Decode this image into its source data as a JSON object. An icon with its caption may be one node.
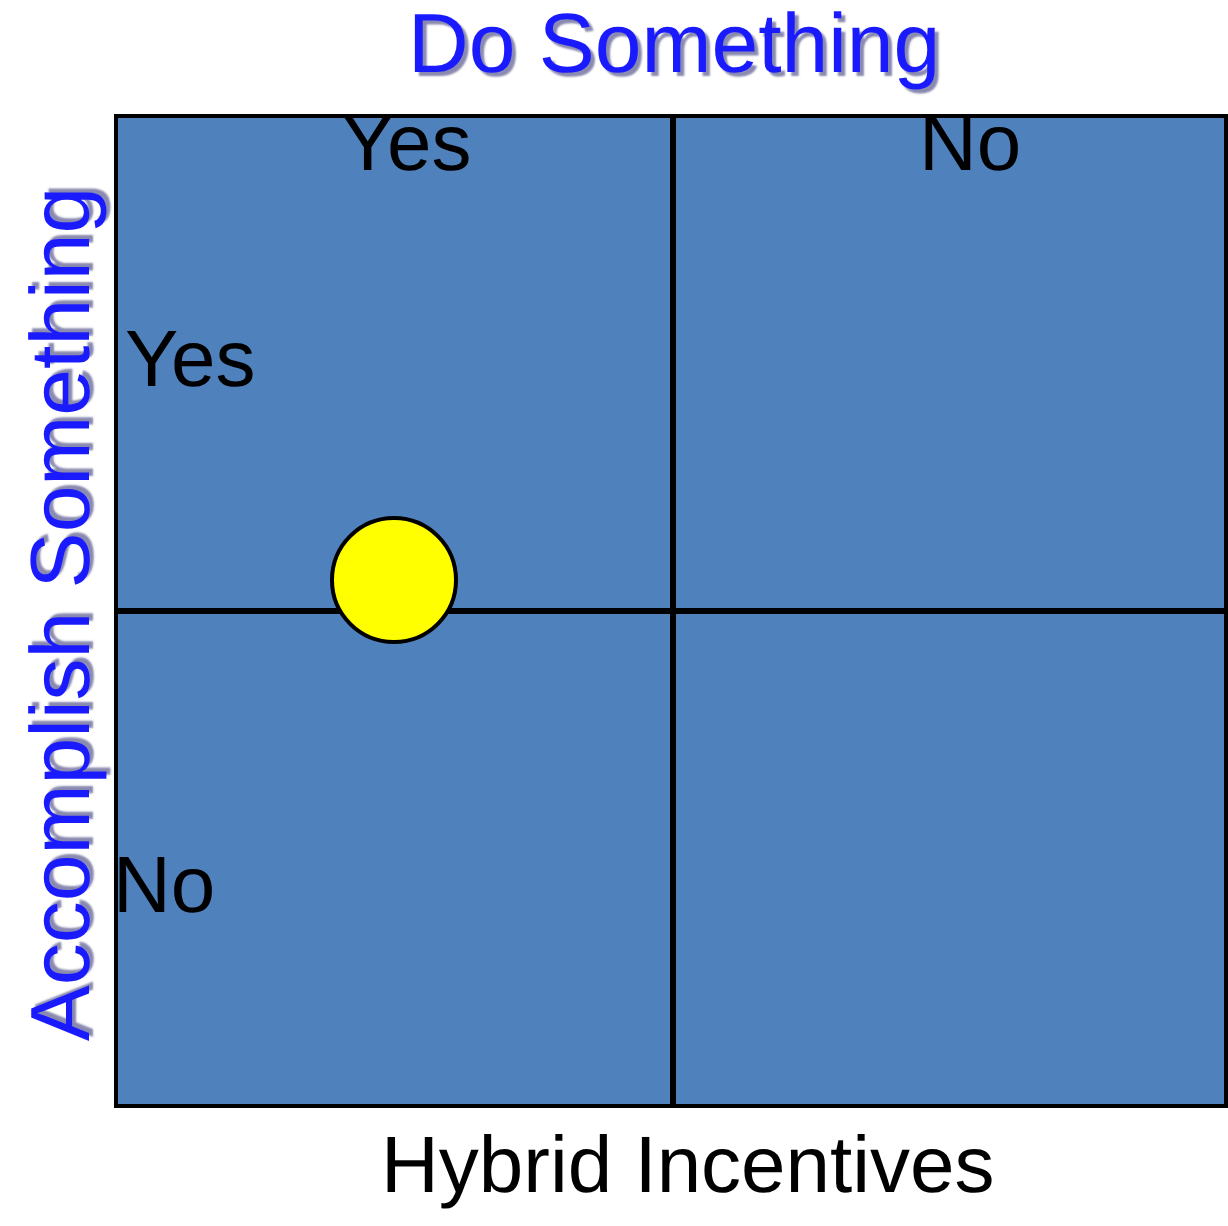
{
  "diagram": {
    "caption": "Hybrid Incentives",
    "nodes": [
      {
        "text": [],
        "shape": "box"
      },
      {
        "text": [],
        "shape": "box"
      },
      {
        "text": [],
        "shape": "box"
      },
      {
        "text": [],
        "shape": "box"
      },
      {
        "text": [],
        "shape": "circle"
      }
    ],
    "labels": [
      "Do Something",
      "Yes",
      "No",
      "Accomplish Something",
      "Yes",
      "No"
    ]
  }
}
